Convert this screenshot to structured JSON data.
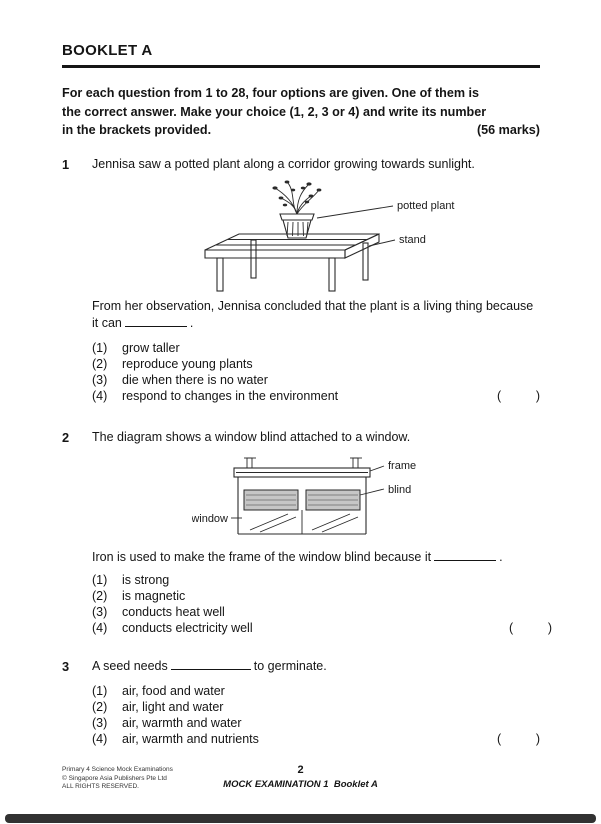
{
  "page": {
    "booklet_title": "BOOKLET A",
    "instructions_line1": "For each question from 1 to 28, four options are given. One of them is",
    "instructions_line2": "the correct answer. Make your choice (1, 2, 3  or 4) and write its number",
    "instructions_line3": "in the brackets provided.",
    "marks": "(56 marks)"
  },
  "q1": {
    "number": "1",
    "stem": "Jennisa saw a potted plant along a corridor growing towards sunlight.",
    "labels": {
      "potted_plant": "potted plant",
      "stand": "stand"
    },
    "followup_line1": "From her observation, Jennisa concluded that the plant is a living thing because",
    "followup_prefix": "it can",
    "followup_suffix": ".",
    "options": [
      {
        "num": "(1)",
        "text": "grow taller"
      },
      {
        "num": "(2)",
        "text": "reproduce young plants"
      },
      {
        "num": "(3)",
        "text": "die when there is no water"
      },
      {
        "num": "(4)",
        "text": "respond to changes in the environment"
      }
    ],
    "answer_bracket": "(          )"
  },
  "q2": {
    "number": "2",
    "stem": "The diagram shows a window blind attached to a window.",
    "labels": {
      "frame": "frame",
      "blind": "blind",
      "window": "window"
    },
    "followup_prefix": "Iron is used to make the frame of the window blind because it",
    "followup_suffix": ".",
    "options": [
      {
        "num": "(1)",
        "text": "is strong"
      },
      {
        "num": "(2)",
        "text": "is magnetic"
      },
      {
        "num": "(3)",
        "text": "conducts heat well"
      },
      {
        "num": "(4)",
        "text": "conducts electricity well"
      }
    ],
    "answer_bracket": "(          )"
  },
  "q3": {
    "number": "3",
    "stem_prefix": "A seed needs",
    "stem_suffix": "to germinate.",
    "options": [
      {
        "num": "(1)",
        "text": "air, food and water"
      },
      {
        "num": "(2)",
        "text": "air, light and water"
      },
      {
        "num": "(3)",
        "text": "air, warmth and water"
      },
      {
        "num": "(4)",
        "text": "air, warmth and nutrients"
      }
    ],
    "answer_bracket": "(          )"
  },
  "footer": {
    "left_line1": "Primary 4 Science Mock Examinations",
    "left_line2": "© Singapore Asia Publishers Pte Ltd",
    "left_line3": "ALL RIGHTS RESERVED.",
    "page_number": "2",
    "booklet_label": "MOCK EXAMINATION 1  Booklet A"
  }
}
